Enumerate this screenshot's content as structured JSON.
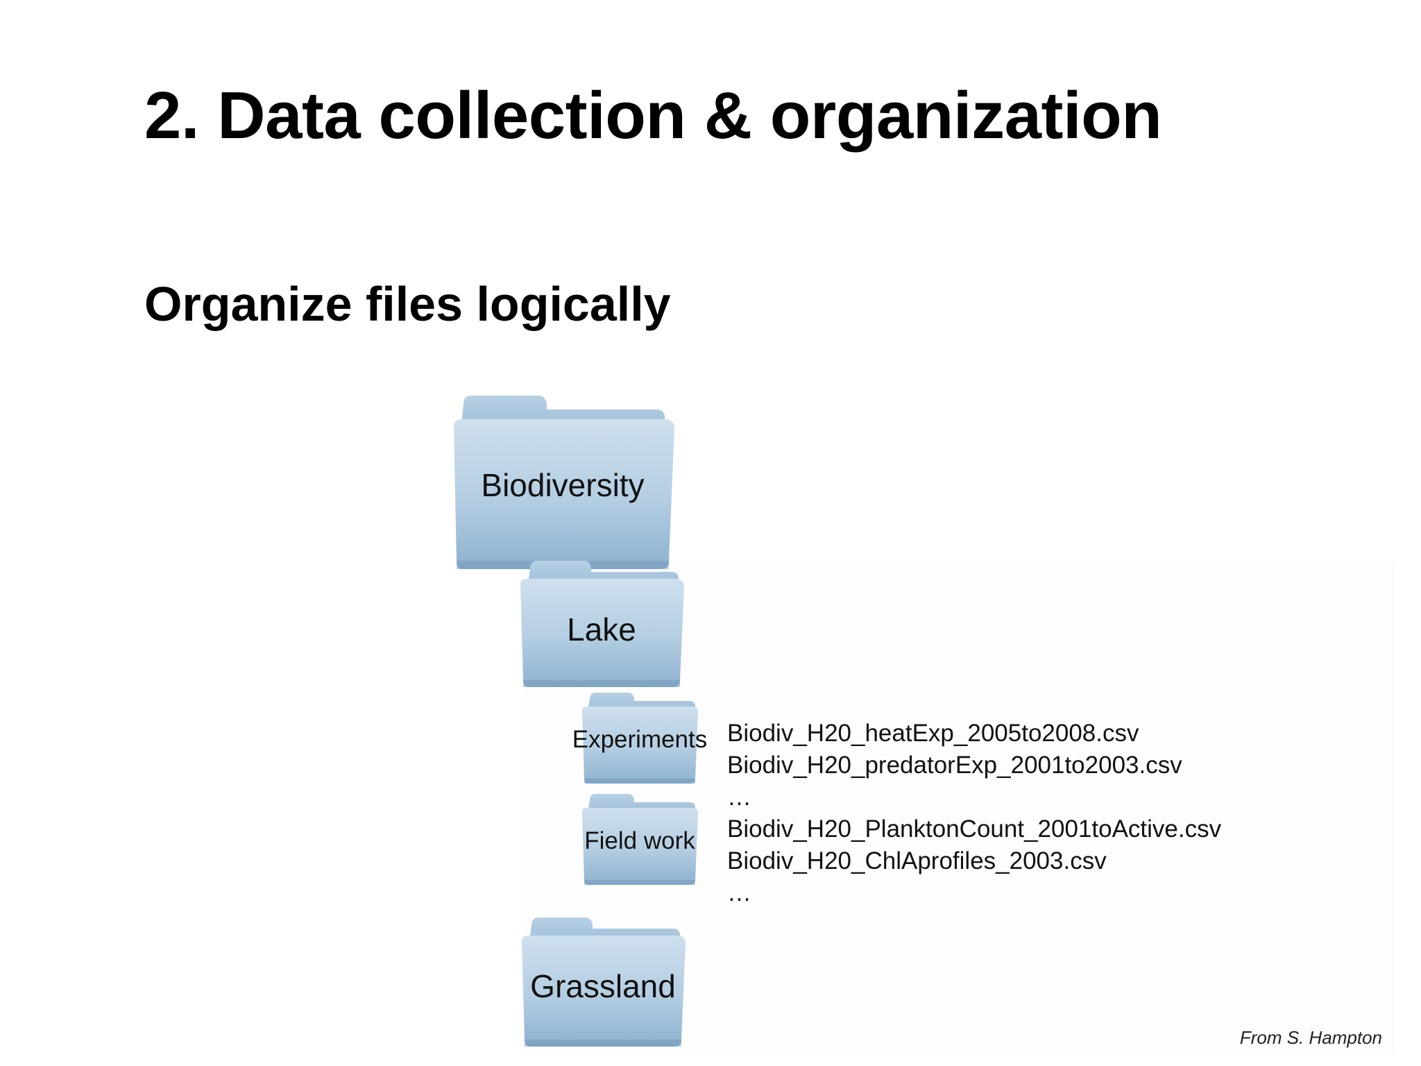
{
  "slide": {
    "title": "2. Data collection & organization",
    "subtitle": "Organize files  logically",
    "credit": "From S. Hampton"
  },
  "folders": {
    "biodiversity": "Biodiversity",
    "lake": "Lake",
    "experiments": "Experiments",
    "field_work": "Field work",
    "grassland": "Grassland"
  },
  "files": {
    "experiments": [
      "Biodiv_H20_heatExp_2005to2008.csv",
      "Biodiv_H20_predatorExp_2001to2003.csv",
      "…"
    ],
    "field_work": [
      "Biodiv_H20_PlanktonCount_2001toActive.csv",
      "Biodiv_H20_ChlAprofiles_2003.csv",
      "…"
    ]
  },
  "colors": {
    "folder_top": "#c6dbea",
    "folder_bottom": "#8fb2cf",
    "folder_tab": "#a9c6dd"
  }
}
